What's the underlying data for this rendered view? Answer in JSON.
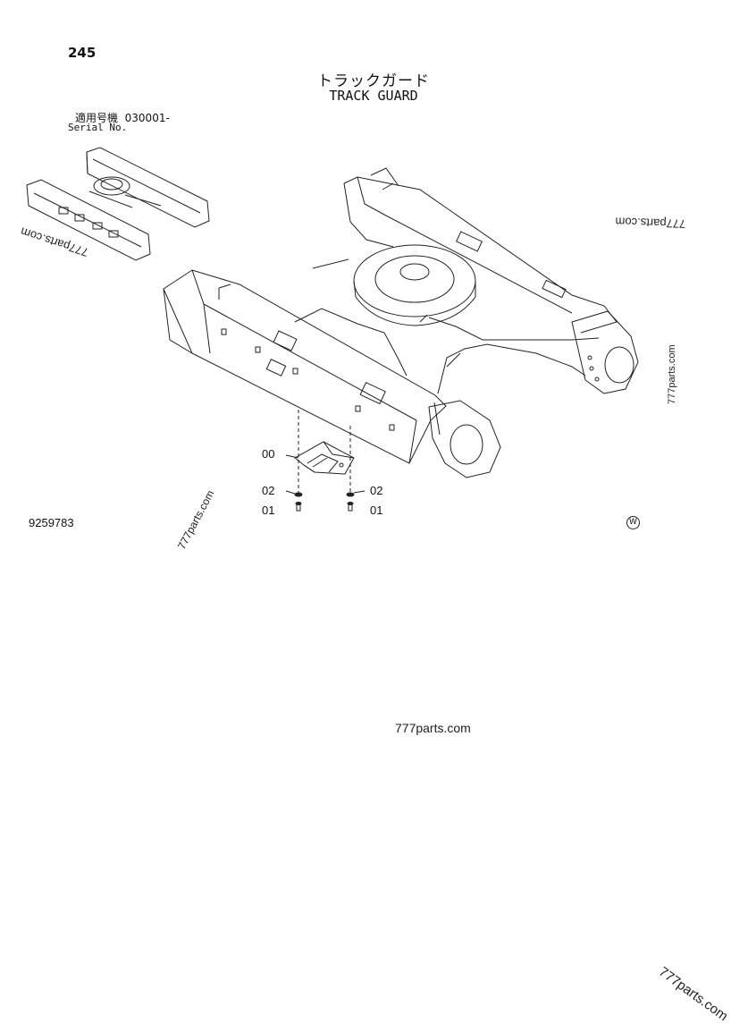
{
  "page_number": "245",
  "title_ja": "トラックガード",
  "title_en": "TRACK GUARD",
  "serial_label_ja": "適用号機",
  "serial_value": "030001-",
  "serial_label_en": "Serial No.",
  "drawing_number": "9259783",
  "w_mark": "W",
  "callouts": [
    "00",
    "02",
    "02",
    "01",
    "01"
  ],
  "watermarks": [
    "777parts.com",
    "777parts.com",
    "777parts.com",
    "777parts.com",
    "777parts.com",
    "777parts.com"
  ]
}
